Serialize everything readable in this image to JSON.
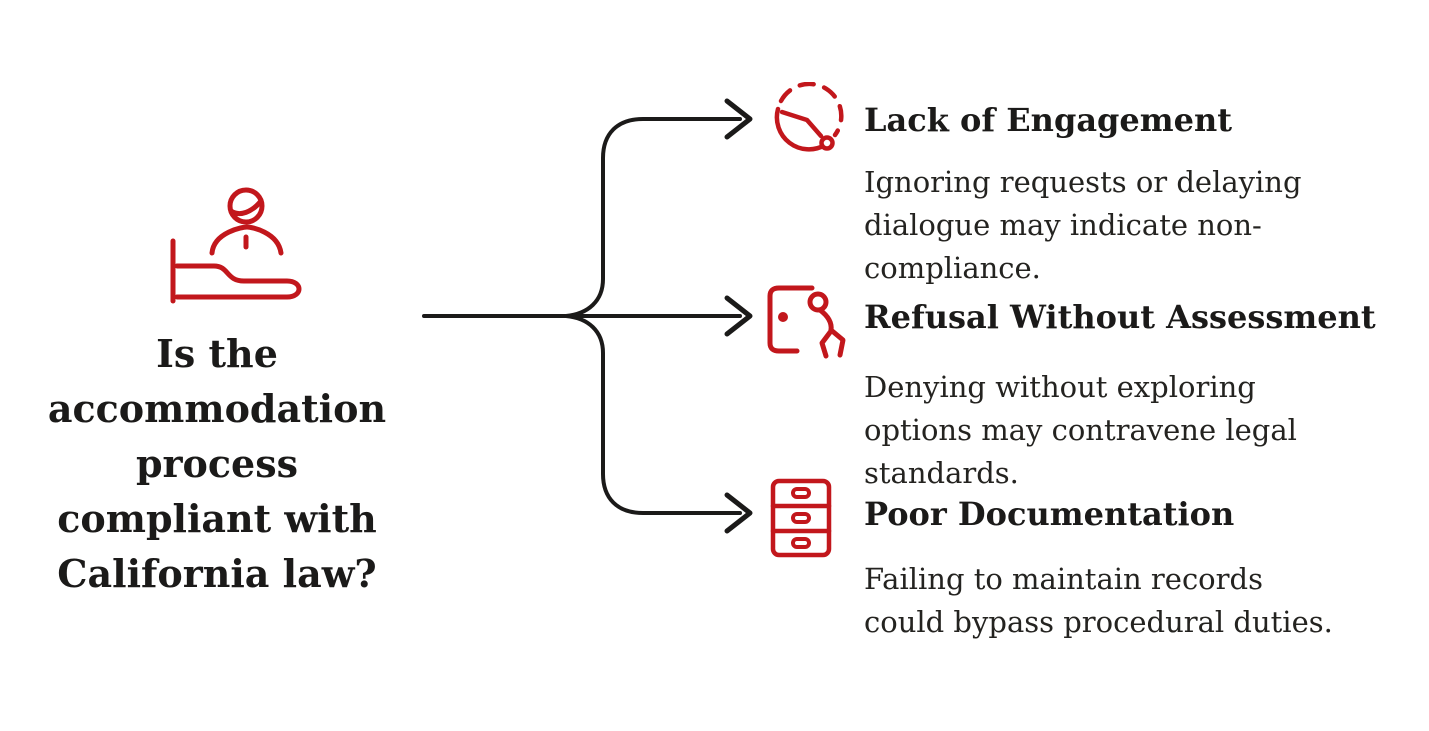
{
  "colors": {
    "accent_red": "#c2171c",
    "ink_black": "#1b1a19",
    "background": "#ffffff"
  },
  "root": {
    "icon": "person-in-bed-icon",
    "question": "Is the\naccommodation\nprocess\ncompliant with\nCalifornia law?"
  },
  "branches": [
    {
      "icon": "dashed-clock-delay-icon",
      "title": "Lack of Engagement",
      "description": "Ignoring requests or delaying\ndialogue may indicate non-\ncompliance."
    },
    {
      "icon": "person-leaving-door-icon",
      "title": "Refusal Without Assessment",
      "description": "Denying without exploring\noptions may contravene legal\nstandards."
    },
    {
      "icon": "filing-cabinet-icon",
      "title": "Poor Documentation",
      "description": "Failing to maintain records\ncould bypass procedural duties."
    }
  ]
}
